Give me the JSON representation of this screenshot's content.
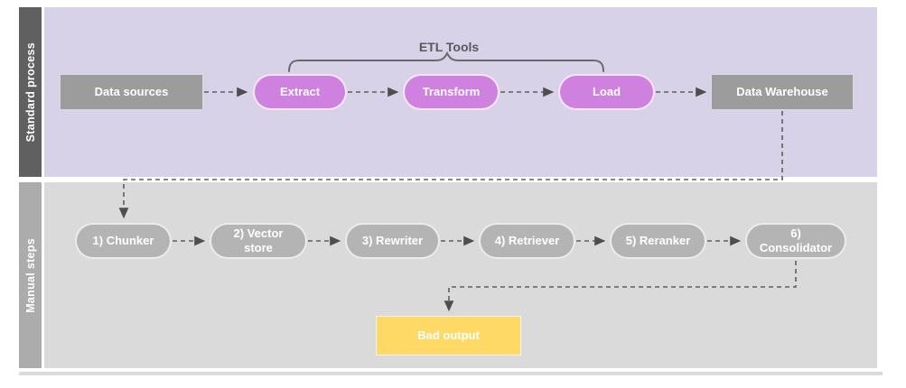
{
  "diagram": {
    "lanes": {
      "standard": {
        "title": "Standard process",
        "group_label": "ETL Tools",
        "nodes": {
          "data_sources": {
            "label": "Data sources"
          },
          "extract": {
            "label": "Extract"
          },
          "transform": {
            "label": "Transform"
          },
          "load": {
            "label": "Load"
          },
          "data_warehouse": {
            "label": "Data Warehouse"
          }
        }
      },
      "manual": {
        "title": "Manual steps",
        "nodes": {
          "chunker": {
            "label": "1) Chunker"
          },
          "vector_store": {
            "label": "2) Vector store"
          },
          "rewriter": {
            "label": "3) Rewriter"
          },
          "retriever": {
            "label": "4) Retriever"
          },
          "reranker": {
            "label": "5) Reranker"
          },
          "consolidator": {
            "label": "6) Consolidator"
          },
          "bad_output": {
            "label": "Bad output"
          }
        }
      }
    },
    "colors": {
      "lane_standard_bg": "#D8D2E9",
      "lane_standard_header": "#606060",
      "lane_manual_bg": "#DADADA",
      "lane_manual_header": "#ACACAC",
      "process_box": "#9C9C9C",
      "etl_pill": "#CE81DF",
      "manual_pill": "#B4B4B4",
      "bad_output_box": "#FFD966",
      "connector": "#5E5E5E"
    }
  }
}
